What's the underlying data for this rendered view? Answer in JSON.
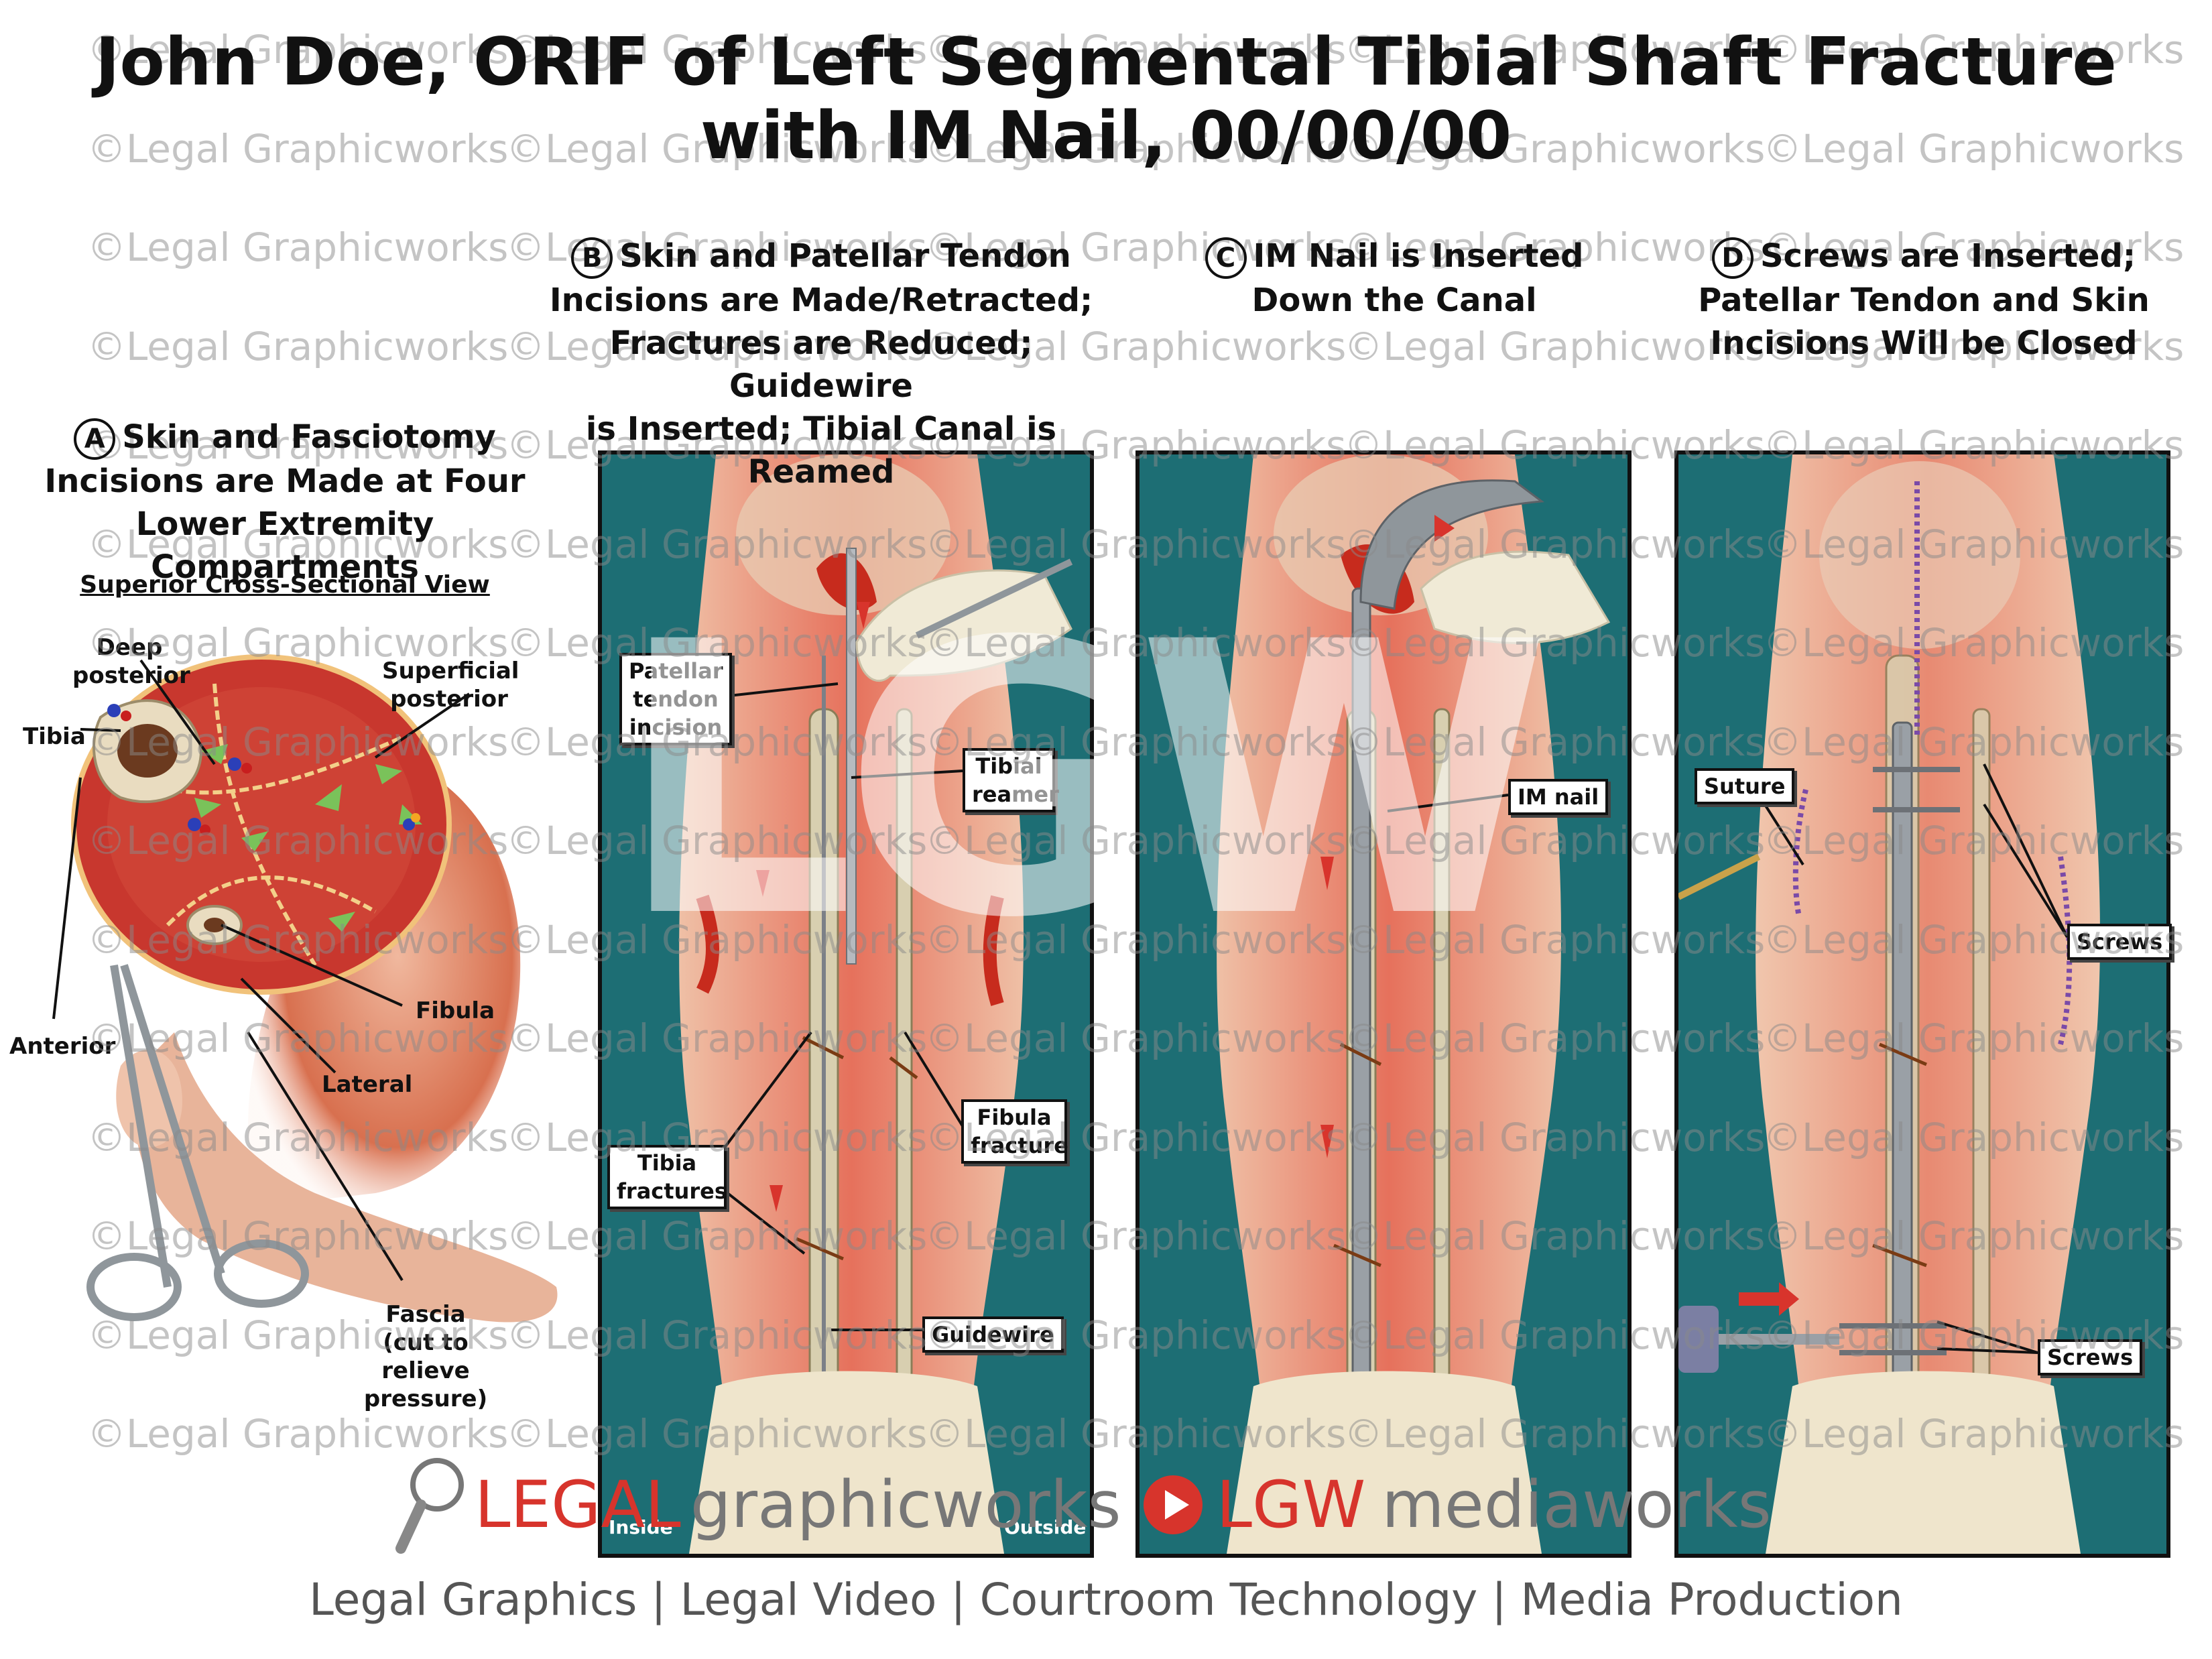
{
  "title": {
    "line1": "John Doe, ORIF of Left Segmental Tibial Shaft Fracture",
    "line2": "with IM Nail, 00/00/00"
  },
  "watermark_text": "©Legal Graphicworks",
  "steps": {
    "a": {
      "letter": "A",
      "line1": "Skin and Fasciotomy",
      "line2": "Incisions are Made at Four",
      "line3": "Lower Extremity Compartments",
      "subtitle": "Superior Cross-Sectional View"
    },
    "b": {
      "letter": "B",
      "line1": "Skin and Patellar Tendon",
      "line2": "Incisions are Made/Retracted;",
      "line3": "Fractures are Reduced; Guidewire",
      "line4": "is Inserted; Tibial Canal is Reamed"
    },
    "c": {
      "letter": "C",
      "line1": "IM Nail is Inserted",
      "line2": "Down the Canal"
    },
    "d": {
      "letter": "D",
      "line1": "Screws are Inserted;",
      "line2": "Patellar Tendon and Skin",
      "line3": "Incisions Will be Closed"
    }
  },
  "cross_section_labels": {
    "deep_posterior": "Deep posterior",
    "superficial_posterior": "Superficial posterior",
    "tibia": "Tibia",
    "fibula": "Fibula",
    "anterior": "Anterior",
    "lateral": "Lateral",
    "fascia": "Fascia (cut to relieve pressure)"
  },
  "panel_b_labels": {
    "patellar_tendon_incision": "Patellar tendon incision",
    "tibial_reamer": "Tibial reamer",
    "fibula_fracture": "Fibula fracture",
    "tibia_fractures": "Tibia fractures",
    "guidewire": "Guidewire",
    "inside": "Inside",
    "outside": "Outside"
  },
  "panel_c_labels": {
    "im_nail": "IM nail"
  },
  "panel_d_labels": {
    "suture": "Suture",
    "screws_upper": "Screws",
    "screws_lower": "Screws"
  },
  "logo": {
    "legal": "LEGAL",
    "graphicworks": "graphicworks",
    "lgw": "LGW",
    "mediaworks": "mediaworks",
    "big_mark": "LGW"
  },
  "footer": "Legal Graphics | Legal Video | Courtroom Technology | Media Production",
  "colors": {
    "drape": "#1d6e74",
    "skin": "#e9b79d",
    "incision_red": "#c72b1d",
    "bone": "#d8cfb0",
    "logo_red": "#d7342c",
    "logo_gray": "#777777"
  }
}
